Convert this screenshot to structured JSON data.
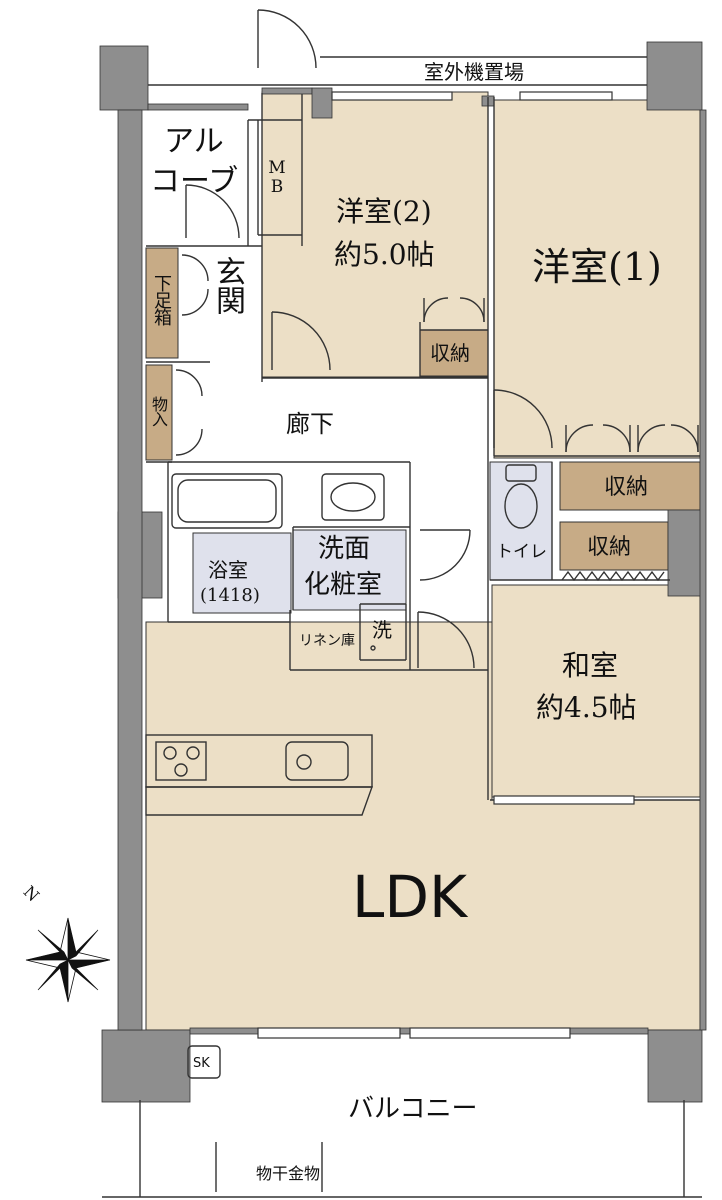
{
  "colors": {
    "room_fill": "#ecdfc6",
    "storage_fill": "#c7ab86",
    "wet_fill": "#dfe1ec",
    "wall": "#8e8e8e",
    "line": "#333333",
    "background": "#ffffff"
  },
  "labels": {
    "outdoor_unit": "室外機置場",
    "alcove_1": "アル",
    "alcove_2": "コーブ",
    "meter_box": "MB",
    "western2_name": "洋室(2)",
    "western2_size": "約5.0帖",
    "western1_name": "洋室(1)",
    "entrance": "玄関",
    "shoe_box": "下足箱",
    "storage_small": "物入",
    "closet_w2": "収納",
    "hallway": "廊下",
    "closet_a": "収納",
    "closet_b": "収納",
    "toilet": "トイレ",
    "bath_name": "浴室",
    "bath_size": "(1418)",
    "washroom_1": "洗面",
    "washroom_2": "化粧室",
    "linen": "リネン庫",
    "washer": "洗",
    "japanese_name": "和室",
    "japanese_size": "約4.5帖",
    "ldk": "LDK",
    "north": "N",
    "sleeve": "SK",
    "balcony": "バルコニー",
    "drying_hardware": "物干金物"
  }
}
